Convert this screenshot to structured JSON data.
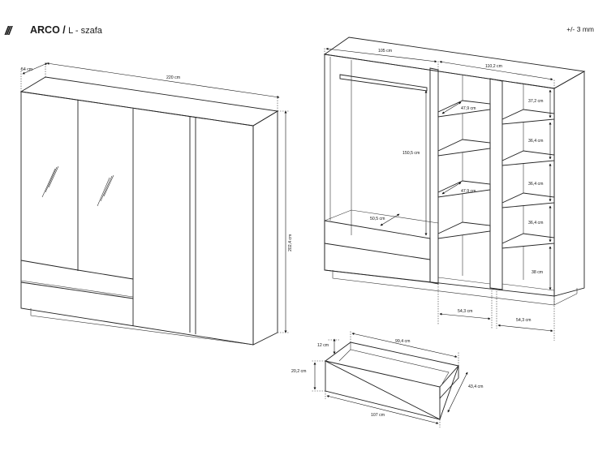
{
  "header": {
    "mark": "///",
    "brand": "ARCO /",
    "subtitle": "L - szafa",
    "tolerance": "+/- 3 mm"
  },
  "dimensions": {
    "depth": "54 cm",
    "width": "220 cm",
    "height": "202,4 cm",
    "left_section_width": "105 cm",
    "right_section_width": "110,2 cm",
    "hanging_height": "150,5 cm",
    "shelf_depth_a": "47,9 cm",
    "shelf_depth_b": "47,9 cm",
    "drawer_interior": "50,5 cm",
    "gap_1": "37,2 cm",
    "gap_2": "36,4 cm",
    "gap_3": "36,4 cm",
    "gap_4": "36,4 cm",
    "gap_5": "38 cm",
    "column_1": "54,3 cm",
    "column_2": "54,3 cm",
    "drawer_front_height": "20,2 cm",
    "drawer_side_height": "12 cm",
    "drawer_inner_width": "99,4 cm",
    "drawer_depth": "43,4 cm",
    "drawer_width": "107 cm"
  }
}
